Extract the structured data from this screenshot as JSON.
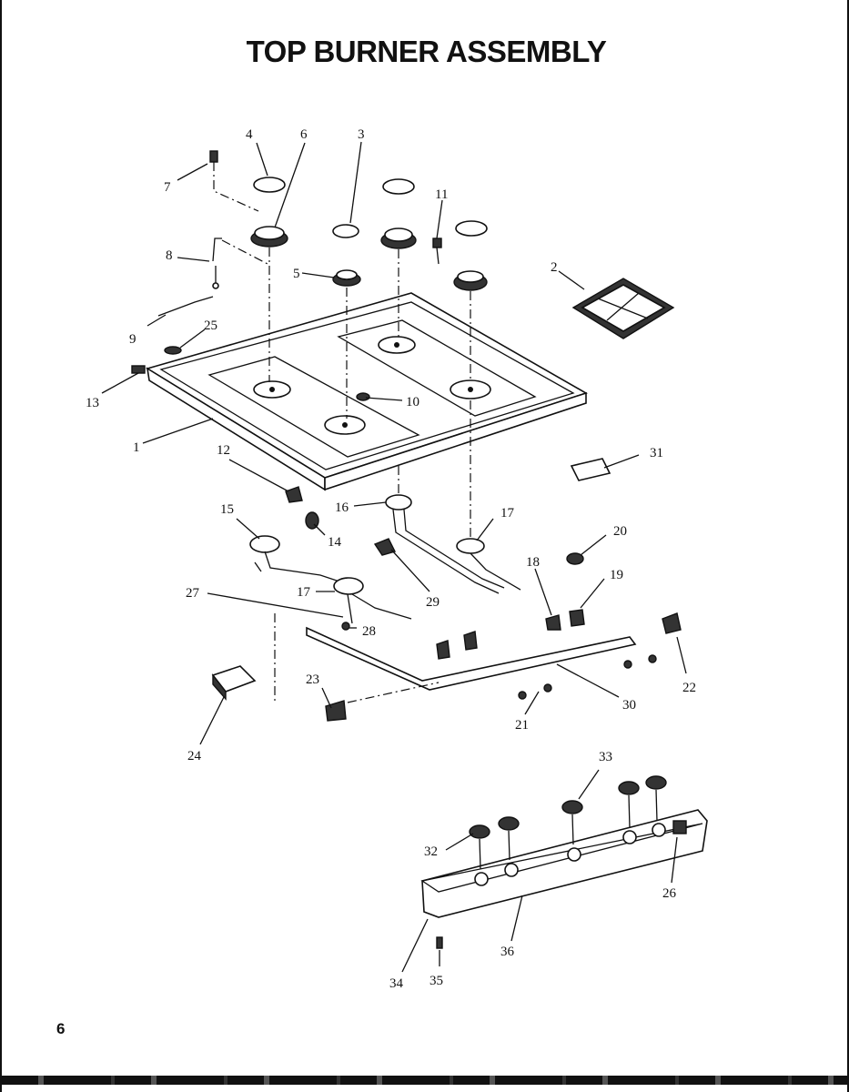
{
  "title": "TOP BURNER ASSEMBLY",
  "page_number": "6",
  "callouts": [
    "1",
    "2",
    "3",
    "4",
    "5",
    "6",
    "7",
    "8",
    "9",
    "10",
    "11",
    "12",
    "13",
    "14",
    "15",
    "16",
    "17",
    "17",
    "18",
    "19",
    "20",
    "21",
    "22",
    "23",
    "24",
    "25",
    "26",
    "27",
    "28",
    "29",
    "30",
    "31",
    "32",
    "33",
    "34",
    "35",
    "36"
  ],
  "colors": {
    "ink": "#111111",
    "paper": "#ffffff"
  }
}
